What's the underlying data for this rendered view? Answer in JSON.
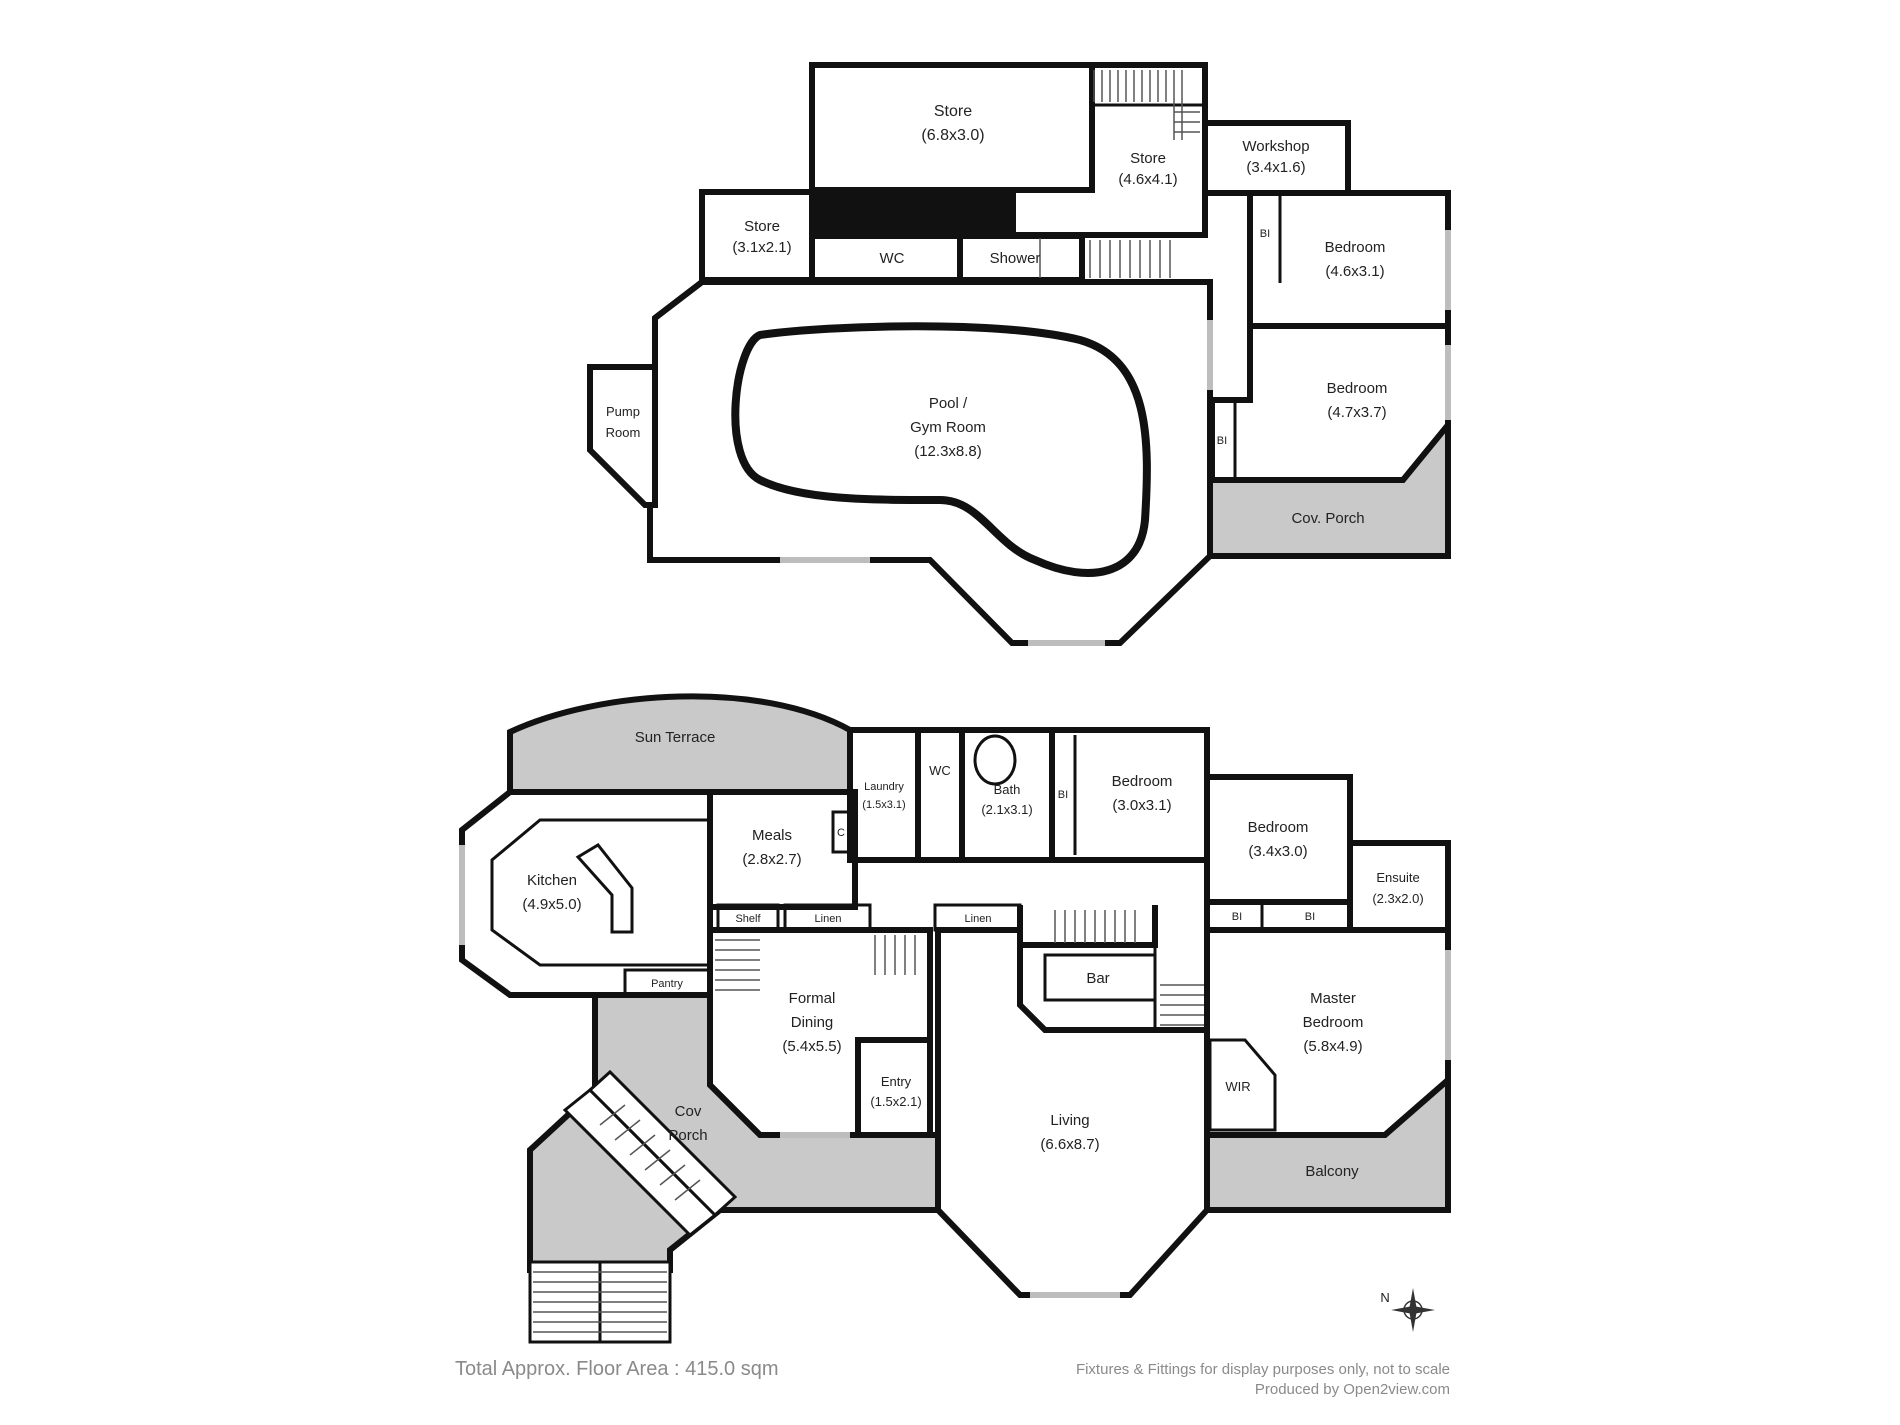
{
  "upper_level": {
    "rooms": [
      {
        "name": "Store",
        "size": "(6.8x3.0)"
      },
      {
        "name": "Store",
        "size": "(4.6x4.1)"
      },
      {
        "name": "Workshop",
        "size": "(3.4x1.6)"
      },
      {
        "name": "Store",
        "size": "(3.1x2.1)"
      },
      {
        "name": "WC"
      },
      {
        "name": "Shower"
      },
      {
        "name": "Bedroom",
        "size": "(4.6x3.1)"
      },
      {
        "name": "Bedroom",
        "size": "(4.7x3.7)"
      },
      {
        "name_line1": "Pump",
        "name_line2": "Room"
      },
      {
        "name_line1": "Pool /",
        "name_line2": "Gym Room",
        "size": "(12.3x8.8)"
      },
      {
        "name": "Cov. Porch"
      }
    ],
    "bi_labels": [
      "BI",
      "BI"
    ]
  },
  "lower_level": {
    "rooms": [
      {
        "name": "Sun Terrace"
      },
      {
        "name": "Laundry",
        "size": "(1.5x3.1)"
      },
      {
        "name": "WC"
      },
      {
        "name": "Bath",
        "size": "(2.1x3.1)"
      },
      {
        "name": "Bedroom",
        "size": "(3.0x3.1)"
      },
      {
        "name": "Bedroom",
        "size": "(3.4x3.0)"
      },
      {
        "name": "Ensuite",
        "size": "(2.3x2.0)"
      },
      {
        "name": "Kitchen",
        "size": "(4.9x5.0)"
      },
      {
        "name": "Meals",
        "size": "(2.8x2.7)"
      },
      {
        "name": "Shelf"
      },
      {
        "name": "Linen"
      },
      {
        "name": "Linen"
      },
      {
        "name": "Pantry"
      },
      {
        "name_line1": "Formal",
        "name_line2": "Dining",
        "size": "(5.4x5.5)"
      },
      {
        "name": "Entry",
        "size": "(1.5x2.1)"
      },
      {
        "name": "Bar"
      },
      {
        "name": "Living",
        "size": "(6.6x8.7)"
      },
      {
        "name_line1": "Master",
        "name_line2": "Bedroom",
        "size": "(5.8x4.9)"
      },
      {
        "name": "WIR"
      },
      {
        "name_line1": "Cov",
        "name_line2": "Porch"
      },
      {
        "name": "Balcony"
      }
    ],
    "small_labels": {
      "bi": "BI",
      "c": "C"
    }
  },
  "footer": {
    "total_area": "Total Approx. Floor Area : 415.0 sqm",
    "disclaimer": "Fixtures & Fittings for display purposes only, not to scale",
    "produced_by": "Produced by Open2view.com"
  },
  "compass": {
    "label": "N"
  }
}
